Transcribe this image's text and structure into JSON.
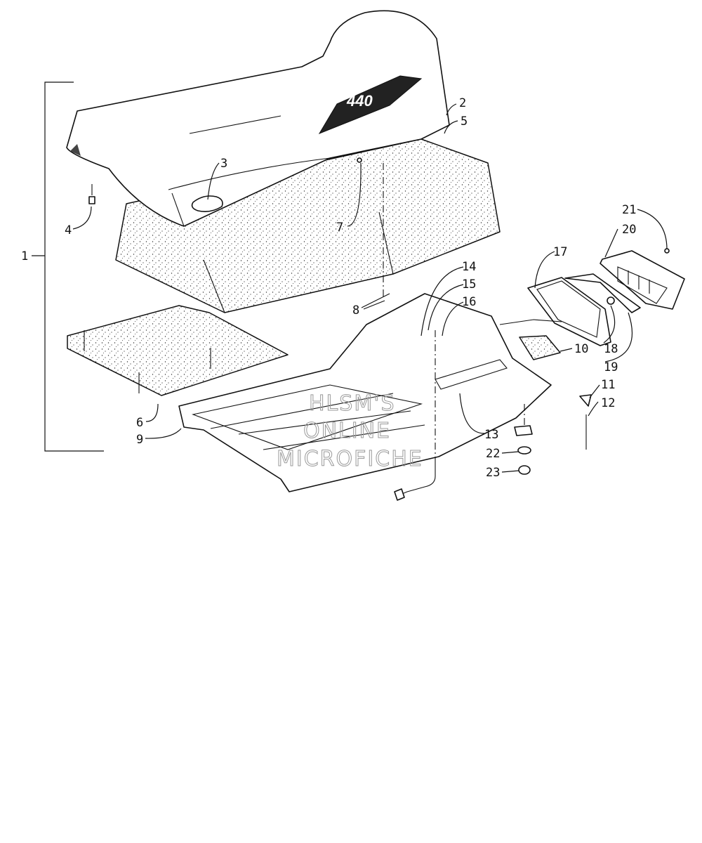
{
  "callouts": [
    "1",
    "2",
    "3",
    "4",
    "5",
    "6",
    "7",
    "8",
    "9",
    "10",
    "11",
    "12",
    "13",
    "14",
    "15",
    "16",
    "17",
    "18",
    "19",
    "20",
    "21",
    "22",
    "23"
  ],
  "watermark": [
    "HLSM'S",
    "ONLINE",
    "MICROFICHE"
  ],
  "decal_text": "440"
}
